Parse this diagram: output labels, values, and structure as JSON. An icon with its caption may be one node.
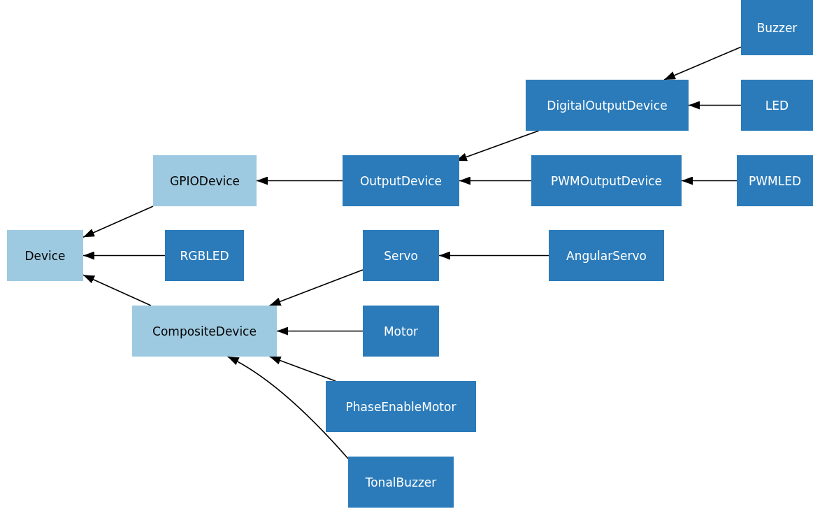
{
  "diagram": {
    "nodes": [
      {
        "text": [
          "Buzzer"
        ]
      },
      {
        "text": [
          "DigitalOutputDevice"
        ]
      },
      {
        "text": [
          "LED"
        ]
      },
      {
        "text": [
          "GPIODevice"
        ]
      },
      {
        "text": [
          "OutputDevice"
        ]
      },
      {
        "text": [
          "PWMOutputDevice"
        ]
      },
      {
        "text": [
          "PWMLED"
        ]
      },
      {
        "text": [
          "Device"
        ]
      },
      {
        "text": [
          "RGBLED"
        ]
      },
      {
        "text": [
          "Servo"
        ]
      },
      {
        "text": [
          "AngularServo"
        ]
      },
      {
        "text": [
          "CompositeDevice"
        ]
      },
      {
        "text": [
          "Motor"
        ]
      },
      {
        "text": [
          "PhaseEnableMotor"
        ]
      },
      {
        "text": [
          "TonalBuzzer"
        ]
      }
    ],
    "edges": [
      {
        "from": 0,
        "to": 1,
        "arrow": "to"
      },
      {
        "from": 2,
        "to": 1,
        "arrow": "to"
      },
      {
        "from": 1,
        "to": 4,
        "arrow": "to"
      },
      {
        "from": 5,
        "to": 4,
        "arrow": "to"
      },
      {
        "from": 6,
        "to": 5,
        "arrow": "to"
      },
      {
        "from": 4,
        "to": 3,
        "arrow": "to"
      },
      {
        "from": 3,
        "to": 7,
        "arrow": "to"
      },
      {
        "from": 8,
        "to": 7,
        "arrow": "to"
      },
      {
        "from": 11,
        "to": 7,
        "arrow": "to"
      },
      {
        "from": 10,
        "to": 9,
        "arrow": "to"
      },
      {
        "from": 9,
        "to": 11,
        "arrow": "to"
      },
      {
        "from": 12,
        "to": 11,
        "arrow": "to"
      },
      {
        "from": 13,
        "to": 11,
        "arrow": "to"
      },
      {
        "from": 14,
        "to": 11,
        "arrow": "to"
      }
    ]
  }
}
